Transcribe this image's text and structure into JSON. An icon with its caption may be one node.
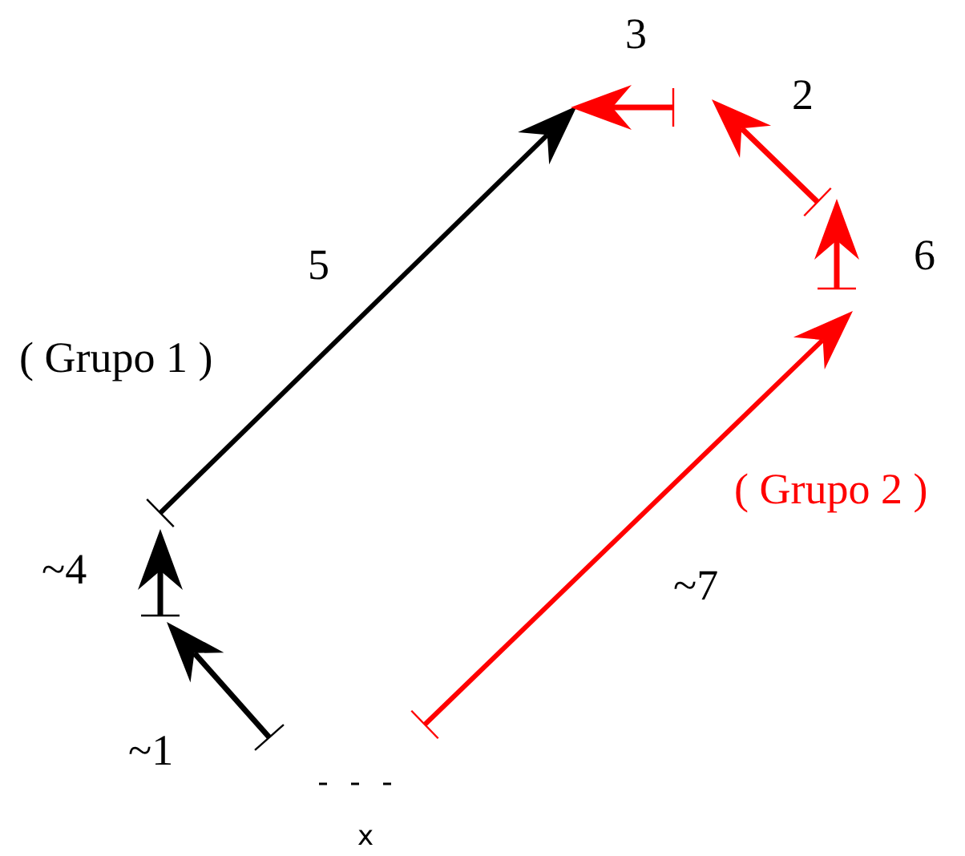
{
  "diagram": {
    "labels": [
      "3",
      "2",
      "5",
      "6",
      "( Grupo 1 )",
      "( Grupo 2 )",
      "~4",
      "~7",
      "~1",
      "x"
    ]
  }
}
